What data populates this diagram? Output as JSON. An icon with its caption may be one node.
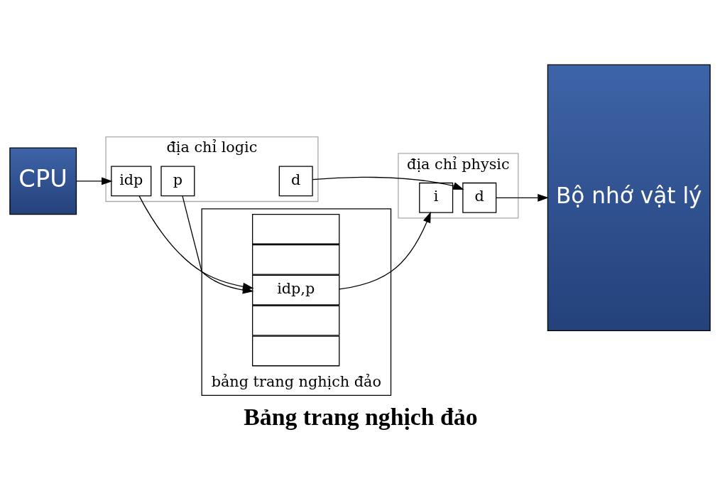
{
  "diagram": {
    "caption": "Bảng trang nghịch đảo",
    "nodes": [
      {
        "text": [
          "CPU"
        ]
      },
      {
        "text": [
          "địa chỉ logic"
        ]
      },
      {
        "text": [
          "idp"
        ],
        "in": 1
      },
      {
        "text": [
          "p"
        ],
        "in": 1
      },
      {
        "text": [
          "d"
        ],
        "in": 1
      },
      {
        "text": [
          "địa chỉ physic"
        ]
      },
      {
        "text": [
          "i"
        ],
        "in": 5
      },
      {
        "text": [
          "d"
        ],
        "in": 5
      },
      {
        "text": [
          "Bộ nhớ vật lý"
        ]
      },
      {
        "text": [
          "bảng trang nghịch đảo"
        ]
      },
      {
        "text": [],
        "shape": "box",
        "in": 9
      },
      {
        "text": [],
        "shape": "box",
        "in": 9
      },
      {
        "text": [
          "idp,p"
        ],
        "in": 9
      },
      {
        "text": [],
        "shape": "box",
        "in": 9
      },
      {
        "text": [],
        "shape": "box",
        "in": 9
      }
    ],
    "edges": [
      {
        "from": 0,
        "to": 2,
        "arrow": "to"
      },
      {
        "from": 2,
        "to": 12,
        "arrow": "to"
      },
      {
        "from": 3,
        "to": 12,
        "arrow": "to"
      },
      {
        "from": 4,
        "to": 7,
        "arrow": "to"
      },
      {
        "from": 12,
        "to": 6,
        "arrow": "to"
      },
      {
        "from": 7,
        "to": 8,
        "arrow": "to"
      }
    ]
  }
}
